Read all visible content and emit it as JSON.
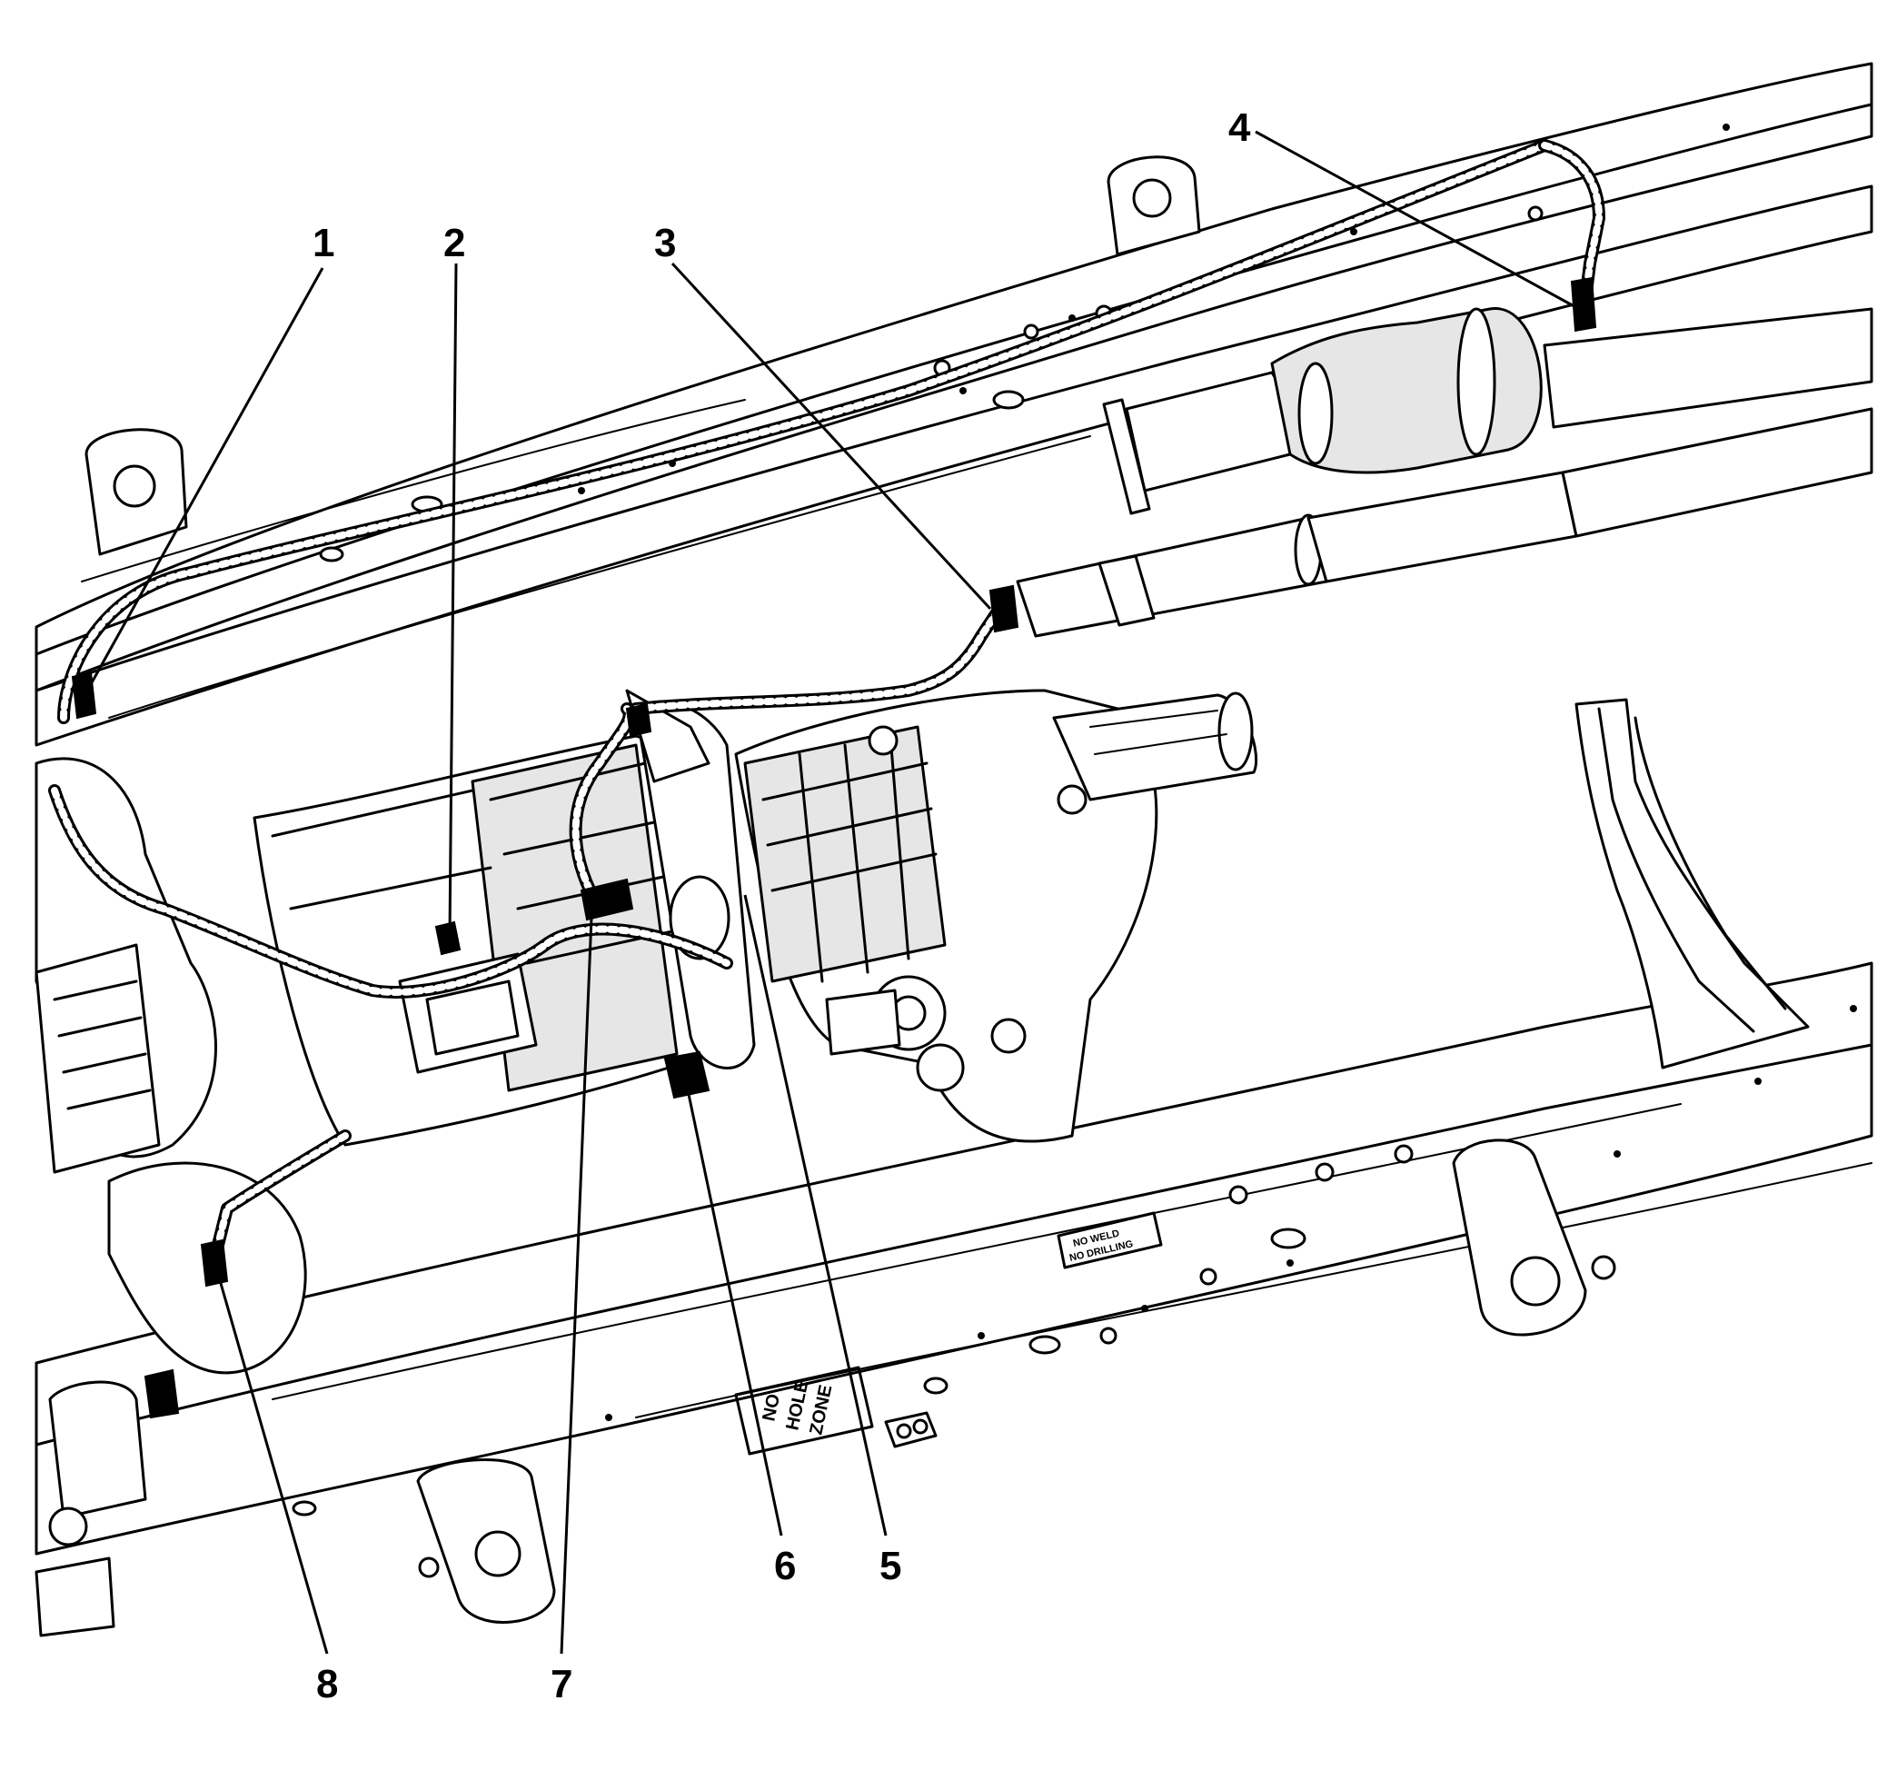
{
  "diagram": {
    "callouts": [
      {
        "id": 1,
        "label": "1"
      },
      {
        "id": 2,
        "label": "2"
      },
      {
        "id": 3,
        "label": "3"
      },
      {
        "id": 4,
        "label": "4"
      },
      {
        "id": 5,
        "label": "5"
      },
      {
        "id": 6,
        "label": "6"
      },
      {
        "id": 7,
        "label": "7"
      },
      {
        "id": 8,
        "label": "8"
      }
    ],
    "frame_stencils": {
      "no_hole_zone": [
        "NO",
        "HOLE",
        "ZONE"
      ],
      "no_weld_lines": [
        "NO WELD",
        "NO DRILLING"
      ]
    }
  }
}
